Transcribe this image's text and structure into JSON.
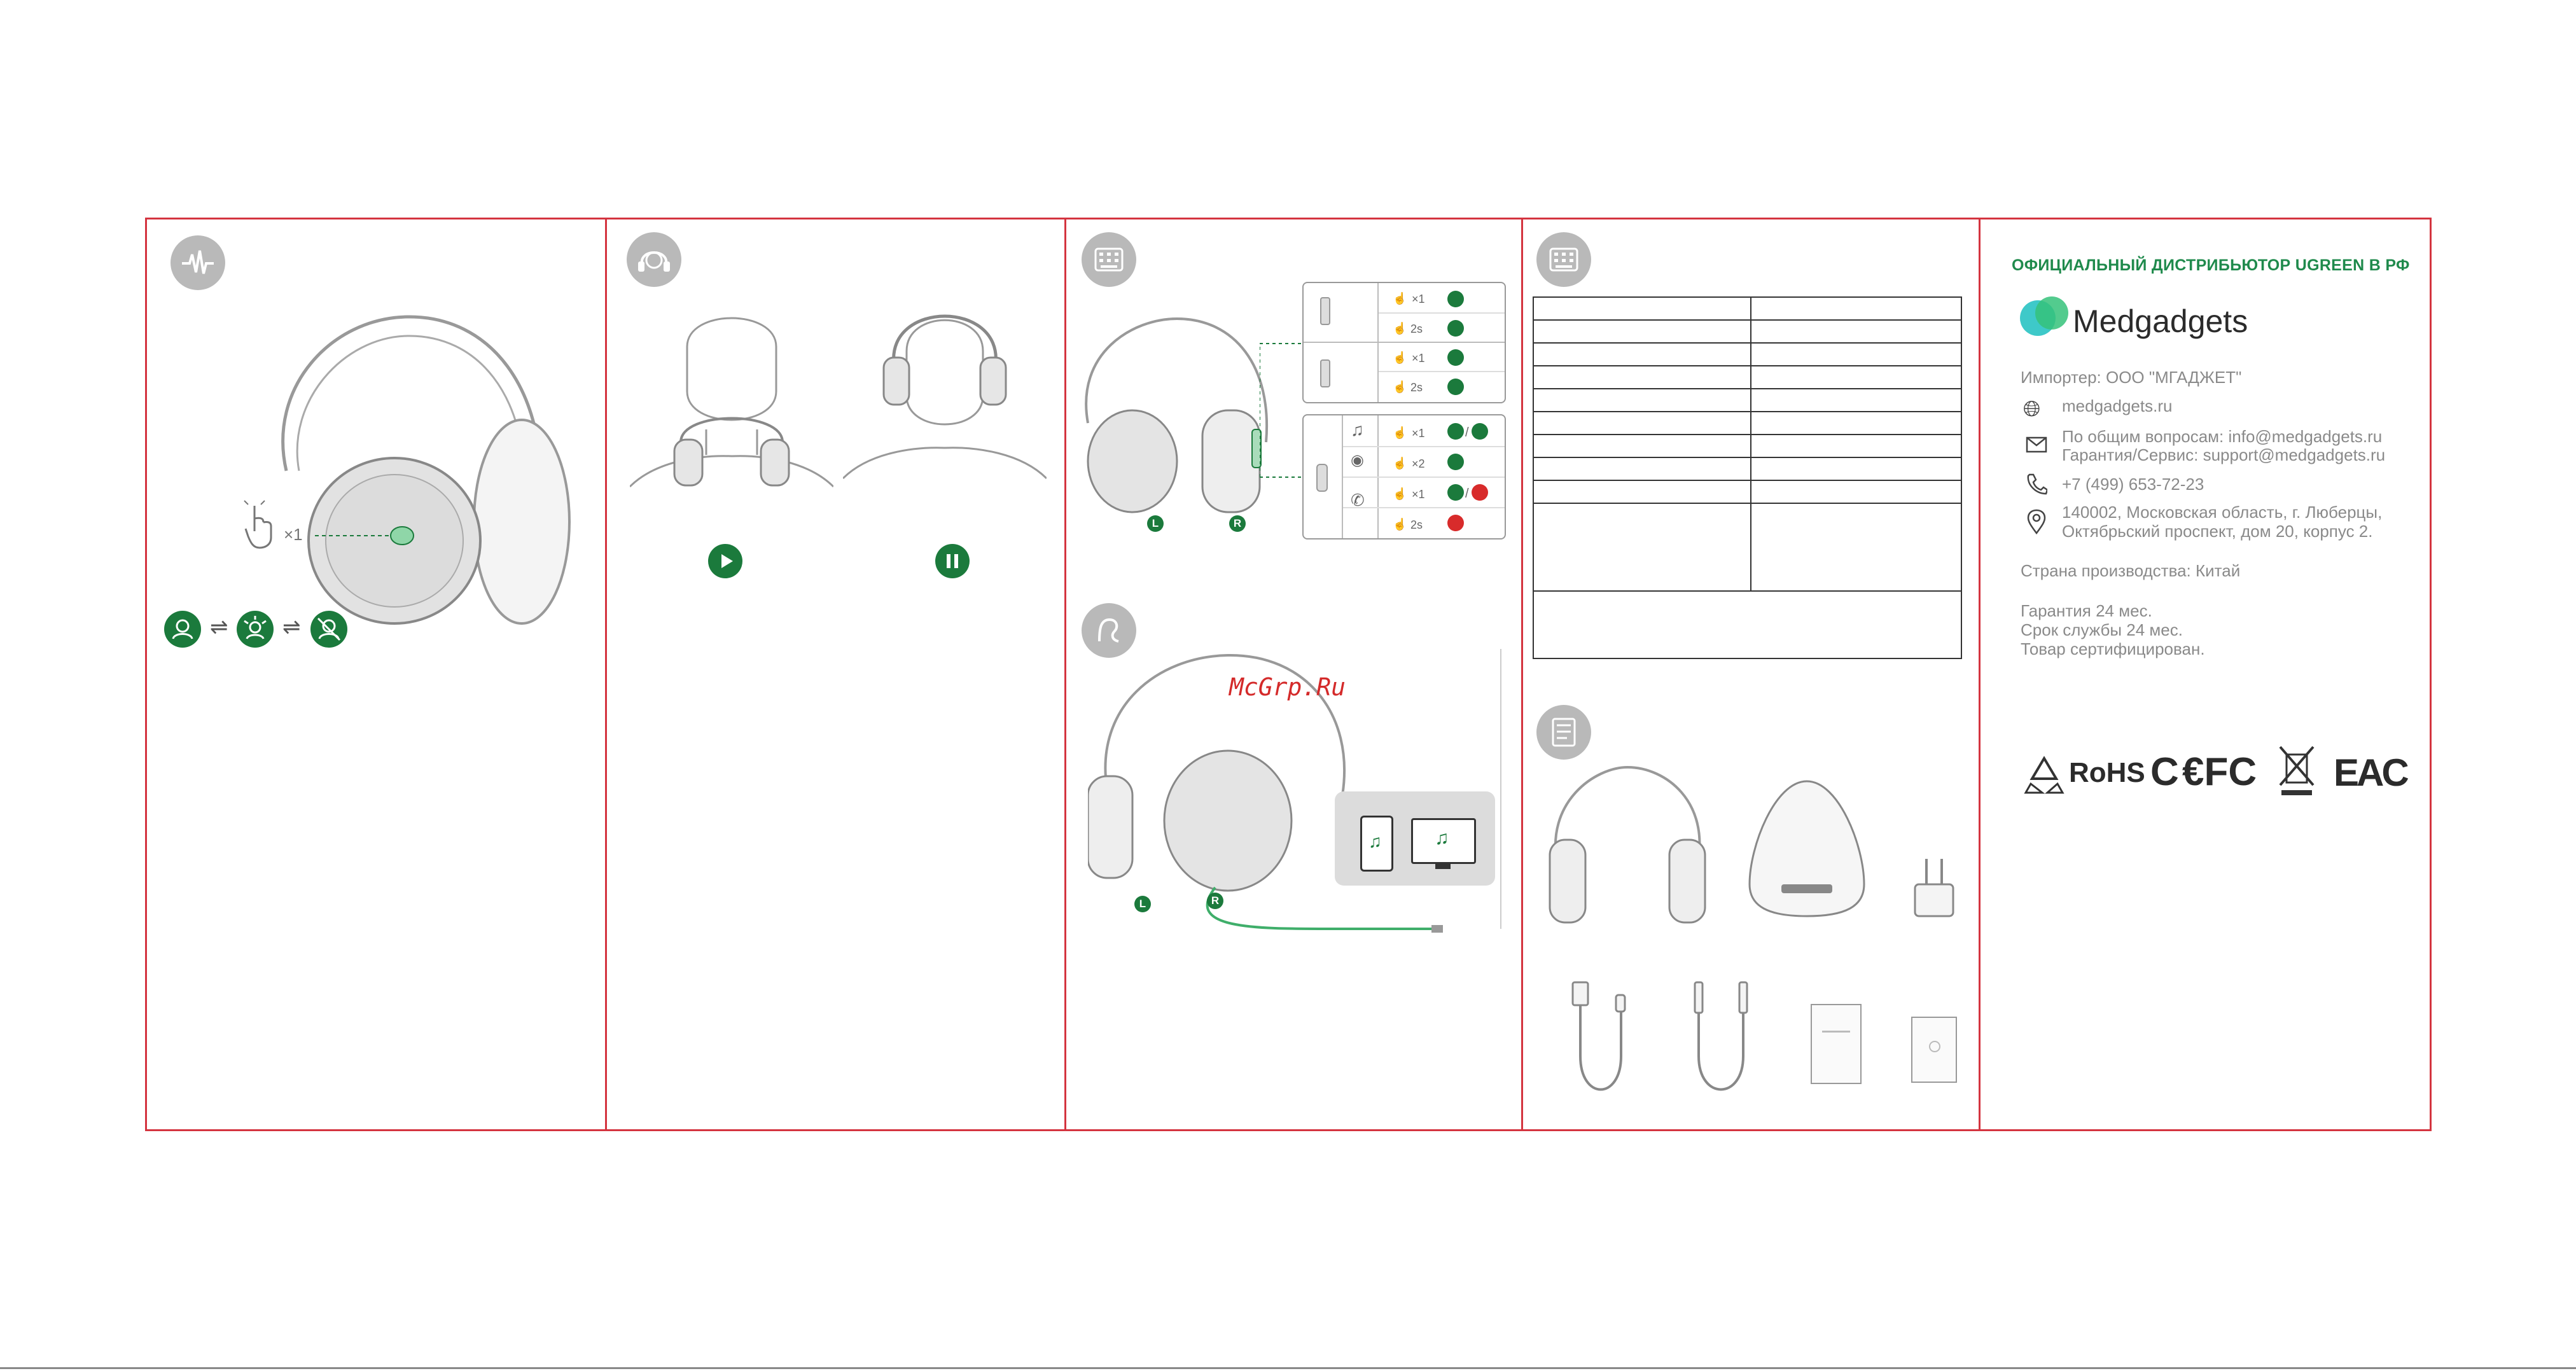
{
  "watermark": "McGrp.Ru",
  "panel1": {
    "tap_count": "×1"
  },
  "panel3": {
    "tap_x1": "×1",
    "tap_2s": "2s",
    "tap_x2": "×2",
    "side_left": "L",
    "side_right": "R"
  },
  "panel5": {
    "distributor_title": "ОФИЦИАЛЬНЫЙ ДИСТРИБЬЮТОР UGREEN В РФ",
    "brand_name": "Medgadgets",
    "importer": "Импортер: ООО \"МГАДЖЕТ\"",
    "website": "medgadgets.ru",
    "email_general": "По общим вопросам: info@medgadgets.ru",
    "email_support": "Гарантия/Сервис: support@medgadgets.ru",
    "phone": "+7 (499) 653-72-23",
    "address_line1": "140002, Московская область, г. Люберцы,",
    "address_line2": "Октябрьский проспект, дом 20, корпус 2.",
    "country": "Страна производства: Китай",
    "warranty": "Гарантия  24 мес.",
    "service_life": "Срок службы 24 мес.",
    "certified": "Товар сертифицирован.",
    "cert_rohs": "RoHS",
    "cert_eac": "EAC"
  },
  "colors": {
    "frame": "#d4343f",
    "accent_green": "#1b7a3c",
    "brand_teal": "#3ec9c9"
  }
}
